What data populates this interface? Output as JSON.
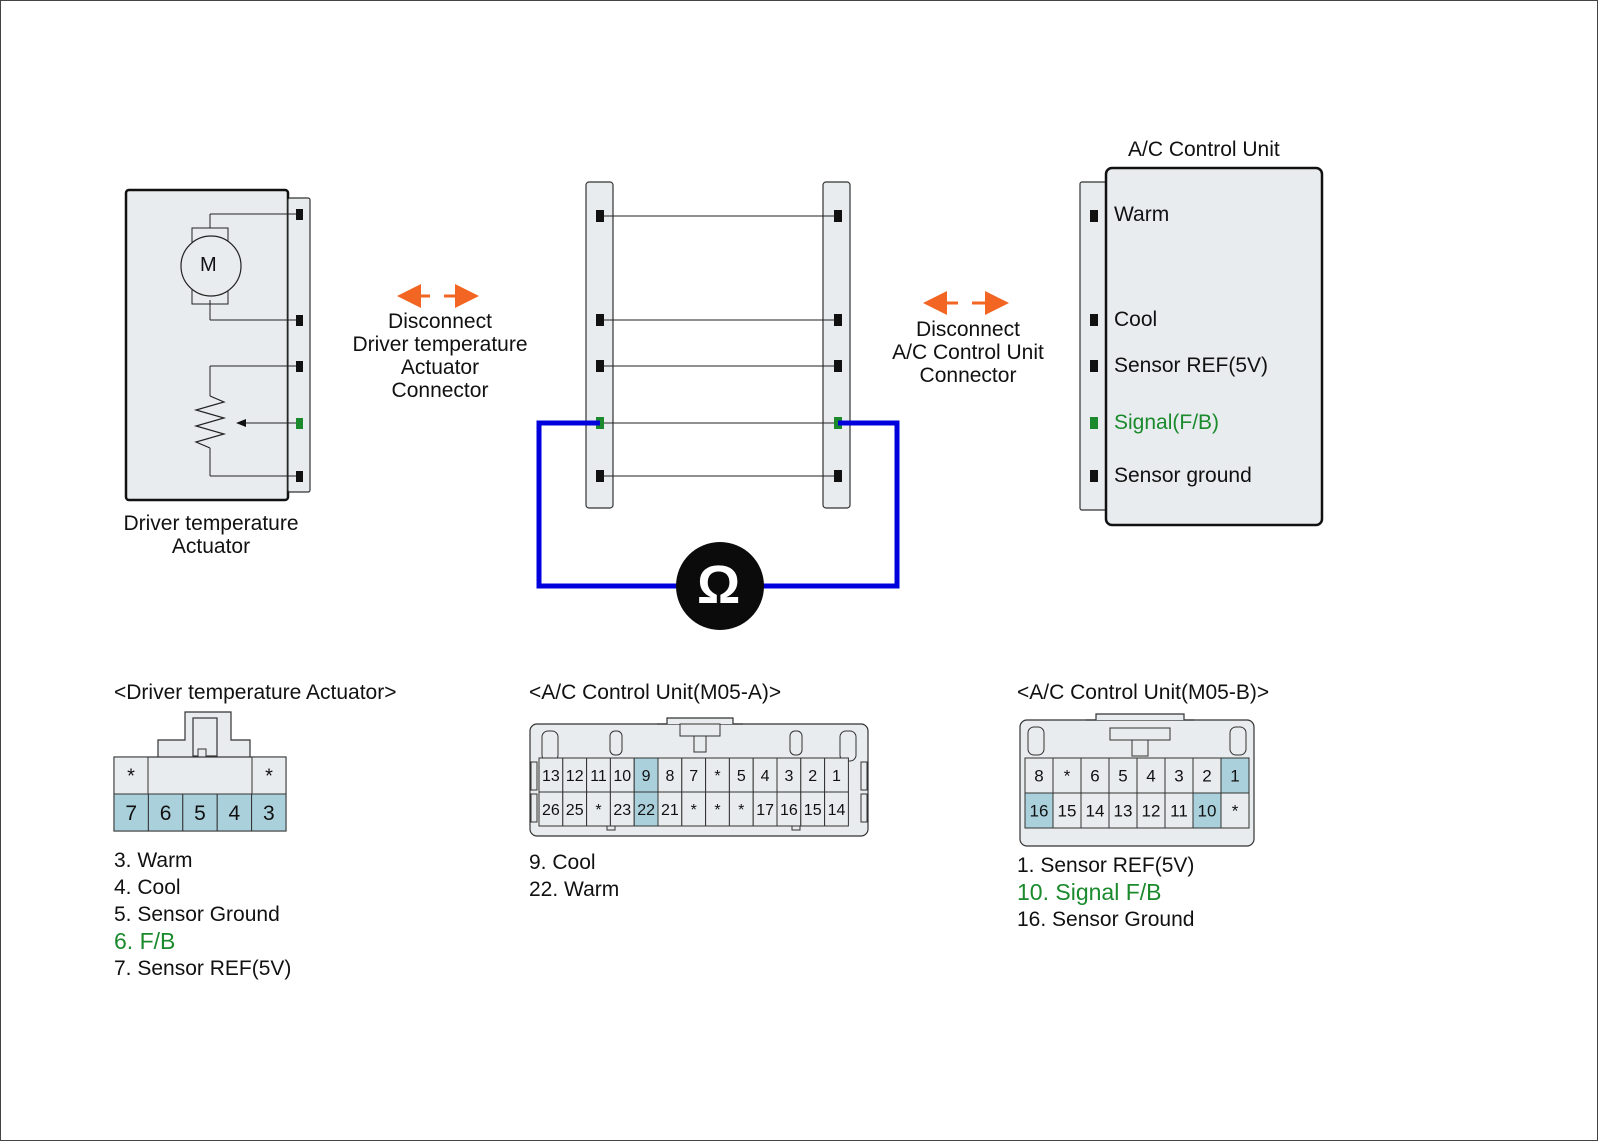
{
  "colors": {
    "wire": "#0000dd",
    "arrow": "#f26522",
    "signal": "#1a8a2c",
    "highlight": "#aad0dc",
    "panel": "#e8ecee"
  },
  "actuator": {
    "caption_line1": "Driver temperature",
    "caption_line2": "Actuator",
    "motor_label": "M"
  },
  "disconnect_left": {
    "line1": "Disconnect",
    "line2": "Driver temperature",
    "line3": "Actuator",
    "line4": "Connector"
  },
  "disconnect_right": {
    "line1": "Disconnect",
    "line2": "A/C Control Unit",
    "line3": "Connector"
  },
  "meter_symbol": "Ω",
  "control_unit": {
    "title": "A/C Control Unit",
    "pins": [
      "Warm",
      "Cool",
      "Sensor REF(5V)",
      "Signal(F/B)",
      "Sensor ground"
    ]
  },
  "connector_actuator": {
    "title": "<Driver temperature Actuator>",
    "top_row": [
      "*",
      "*"
    ],
    "bottom_row": [
      "7",
      "6",
      "5",
      "4",
      "3"
    ],
    "legend": [
      "3. Warm",
      "4. Cool",
      "5. Sensor Ground",
      "6. F/B",
      "7. Sensor REF(5V)"
    ]
  },
  "connector_m05a": {
    "title": "<A/C Control Unit(M05-A)>",
    "top_row": [
      "13",
      "12",
      "11",
      "10",
      "9",
      "8",
      "7",
      "*",
      "5",
      "4",
      "3",
      "2",
      "1"
    ],
    "bottom_row": [
      "26",
      "25",
      "*",
      "23",
      "22",
      "21",
      "*",
      "*",
      "*",
      "17",
      "16",
      "15",
      "14"
    ],
    "legend": [
      "9. Cool",
      "22. Warm"
    ]
  },
  "connector_m05b": {
    "title": "<A/C Control Unit(M05-B)>",
    "top_row": [
      "8",
      "*",
      "6",
      "5",
      "4",
      "3",
      "2",
      "1"
    ],
    "bottom_row": [
      "16",
      "15",
      "14",
      "13",
      "12",
      "11",
      "10",
      "*"
    ],
    "legend": [
      "1. Sensor REF(5V)",
      "10. Signal F/B",
      "16. Sensor Ground"
    ]
  }
}
